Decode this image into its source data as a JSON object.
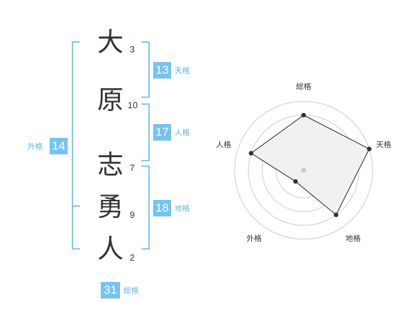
{
  "name": {
    "characters": [
      {
        "char": "大",
        "strokes": "3"
      },
      {
        "char": "原",
        "strokes": "10"
      },
      {
        "char": "志",
        "strokes": "7"
      },
      {
        "char": "勇",
        "strokes": "9"
      },
      {
        "char": "人",
        "strokes": "2"
      }
    ]
  },
  "fortunes": {
    "tenkaku": {
      "value": "13",
      "label": "天格"
    },
    "jinkaku": {
      "value": "17",
      "label": "人格"
    },
    "chikaku": {
      "value": "18",
      "label": "地格"
    },
    "gaikaku": {
      "value": "14",
      "label": "外格"
    },
    "soukaku": {
      "value": "31",
      "label": "総格"
    }
  },
  "radar": {
    "axes": [
      "総格",
      "天格",
      "地格",
      "外格",
      "人格"
    ],
    "levels": 5,
    "scores": [
      4,
      5,
      4,
      1,
      4
    ],
    "colors": {
      "fill": "#f0f0f0",
      "stroke": "#222222",
      "grid": "#cccccc",
      "point": "#333333",
      "center": "#cccccc"
    }
  }
}
